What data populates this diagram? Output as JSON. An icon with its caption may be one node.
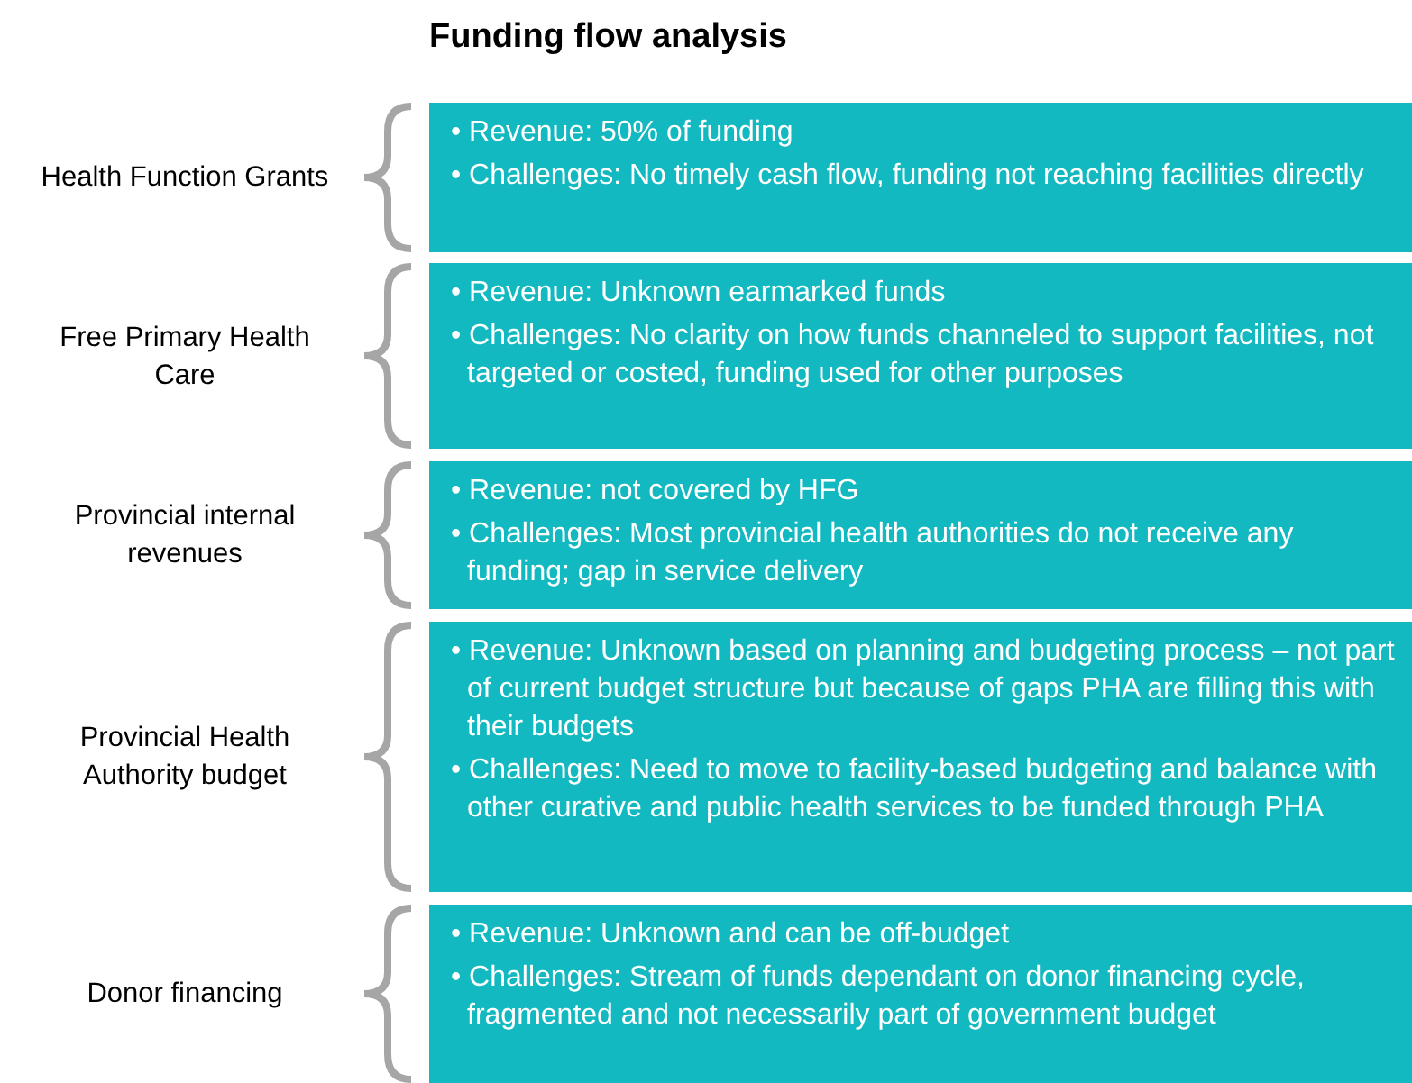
{
  "diagram": {
    "title": "Funding flow analysis",
    "nodes": [
      {
        "text": [
          "• Revenue: 50% of funding",
          "• Challenges: No timely cash flow, funding not reaching facilities directly"
        ]
      },
      {
        "text": [
          "• Revenue: Unknown earmarked funds",
          "• Challenges: No clarity on how funds channeled to support facilities, not targeted or costed, funding used for other purposes"
        ]
      },
      {
        "text": [
          "• Revenue: not covered by HFG",
          "• Challenges: Most provincial health authorities do not receive any funding; gap in service delivery"
        ]
      },
      {
        "text": [
          "• Revenue: Unknown based on planning and budgeting process – not part of current budget structure but because of gaps PHA are filling this with their budgets",
          "• Challenges: Need to move to facility-based budgeting and balance with other curative and public health services to be funded through PHA"
        ]
      },
      {
        "text": [
          "• Revenue: Unknown and can be off-budget",
          "• Challenges: Stream of funds dependant on donor financing cycle, fragmented and not necessarily part of government budget"
        ]
      }
    ],
    "edges": [],
    "labels": [
      "Health Function Grants",
      "Free Primary Health Care",
      "Provincial internal revenues",
      "Provincial Health Authority budget",
      "Donor financing"
    ]
  }
}
